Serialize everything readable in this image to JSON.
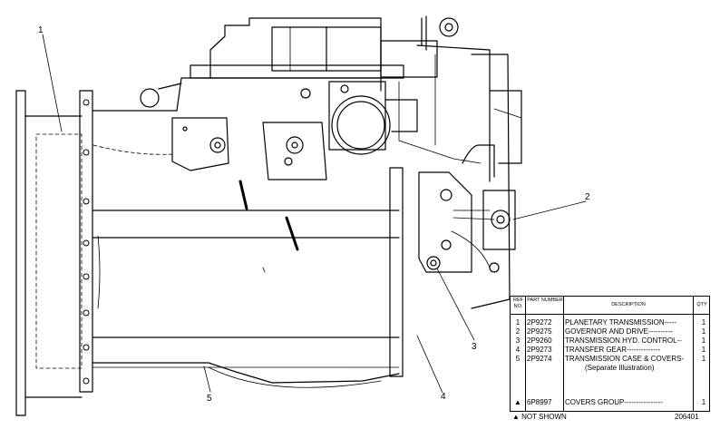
{
  "callouts": [
    "1",
    "2",
    "3",
    "4",
    "5"
  ],
  "table": {
    "headers": {
      "ref": "REF NO.",
      "part": "PART NUMBER",
      "desc": "DESCRIPTION",
      "qty": "QTY"
    },
    "rows": [
      {
        "ref": "1",
        "part": "2P9272",
        "desc": "PLANETARY TRANSMISSION-----",
        "qty": "1"
      },
      {
        "ref": "2",
        "part": "2P9275",
        "desc": "GOVERNOR AND DRIVE----------",
        "qty": "1"
      },
      {
        "ref": "3",
        "part": "2P9260",
        "desc": "TRANSMISSION HYD. CONTROL--",
        "qty": "1"
      },
      {
        "ref": "4",
        "part": "2P9273",
        "desc": "TRANSFER GEAR--------------",
        "qty": "1"
      },
      {
        "ref": "5",
        "part": "2P9274",
        "desc": "TRANSMISSION CASE & COVERS-",
        "qty": "1"
      }
    ],
    "note": "(Separate Illustration)",
    "extra_row": {
      "ref": "▲",
      "part": "6P8997",
      "desc": "COVERS GROUP----------------",
      "qty": "1"
    }
  },
  "footnote": "▲ NOT SHOWN",
  "drawing_number": "206401"
}
